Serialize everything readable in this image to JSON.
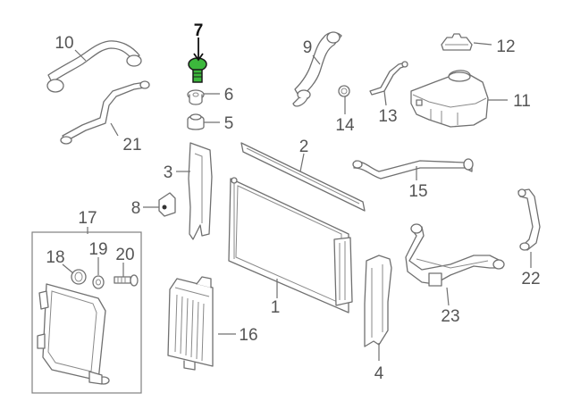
{
  "diagram": {
    "highlight_color": "#3cb83c",
    "line_color": "#707070",
    "label_color": "#555555",
    "callouts": [
      {
        "id": "c1",
        "text": "1"
      },
      {
        "id": "c2",
        "text": "2"
      },
      {
        "id": "c3",
        "text": "3"
      },
      {
        "id": "c4",
        "text": "4"
      },
      {
        "id": "c5",
        "text": "5"
      },
      {
        "id": "c6",
        "text": "6"
      },
      {
        "id": "c7",
        "text": "7",
        "highlighted": true
      },
      {
        "id": "c8",
        "text": "8"
      },
      {
        "id": "c9",
        "text": "9"
      },
      {
        "id": "c10",
        "text": "10"
      },
      {
        "id": "c11",
        "text": "11"
      },
      {
        "id": "c12",
        "text": "12"
      },
      {
        "id": "c13",
        "text": "13"
      },
      {
        "id": "c14",
        "text": "14"
      },
      {
        "id": "c15",
        "text": "15"
      },
      {
        "id": "c16",
        "text": "16"
      },
      {
        "id": "c17",
        "text": "17"
      },
      {
        "id": "c18",
        "text": "18"
      },
      {
        "id": "c19",
        "text": "19"
      },
      {
        "id": "c20",
        "text": "20"
      },
      {
        "id": "c21",
        "text": "21"
      },
      {
        "id": "c22",
        "text": "22"
      },
      {
        "id": "c23",
        "text": "23"
      }
    ]
  }
}
